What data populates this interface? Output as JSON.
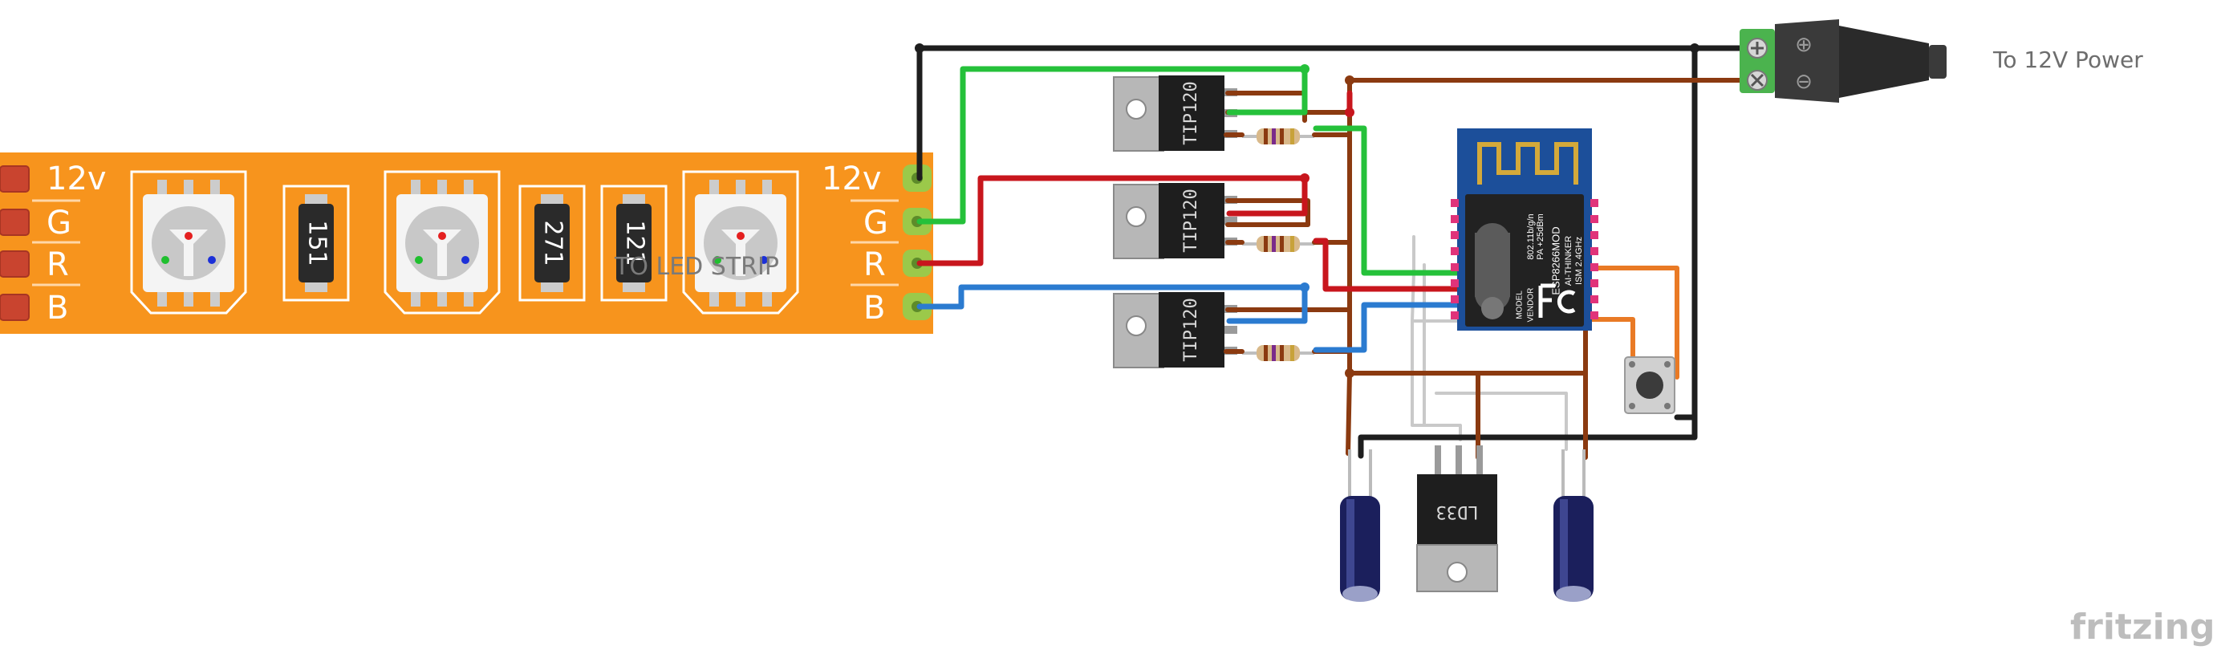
{
  "strip": {
    "pads_left": [
      "12v",
      "G",
      "R",
      "B"
    ],
    "pads_right": [
      "12v",
      "G",
      "R",
      "B"
    ],
    "resistor_codes": [
      "151",
      "271",
      "121"
    ],
    "overlay_label": "TO LED STRIP",
    "color": "#f7941d"
  },
  "transistors": [
    {
      "label": "TIP120"
    },
    {
      "label": "TIP120"
    },
    {
      "label": "TIP120"
    }
  ],
  "regulator": {
    "label": "LD33"
  },
  "esp": {
    "lines": [
      "ESP8266MOD",
      "AI-THINKER",
      "ISM 2.4GHz",
      "PA +25dBm",
      "802.11b/g/n"
    ],
    "side": [
      "MODEL",
      "VENDOR"
    ]
  },
  "power": {
    "label": "To 12V Power",
    "plus": "⊕",
    "minus": "⊖"
  },
  "brand": "fritzing",
  "wire_colors": {
    "black": "#1e1e1e",
    "green": "#25c13a",
    "red": "#c8161d",
    "blue": "#2b7bd0",
    "brown": "#8b3a10",
    "orange": "#e97a25",
    "gray": "#c9c9c9"
  }
}
